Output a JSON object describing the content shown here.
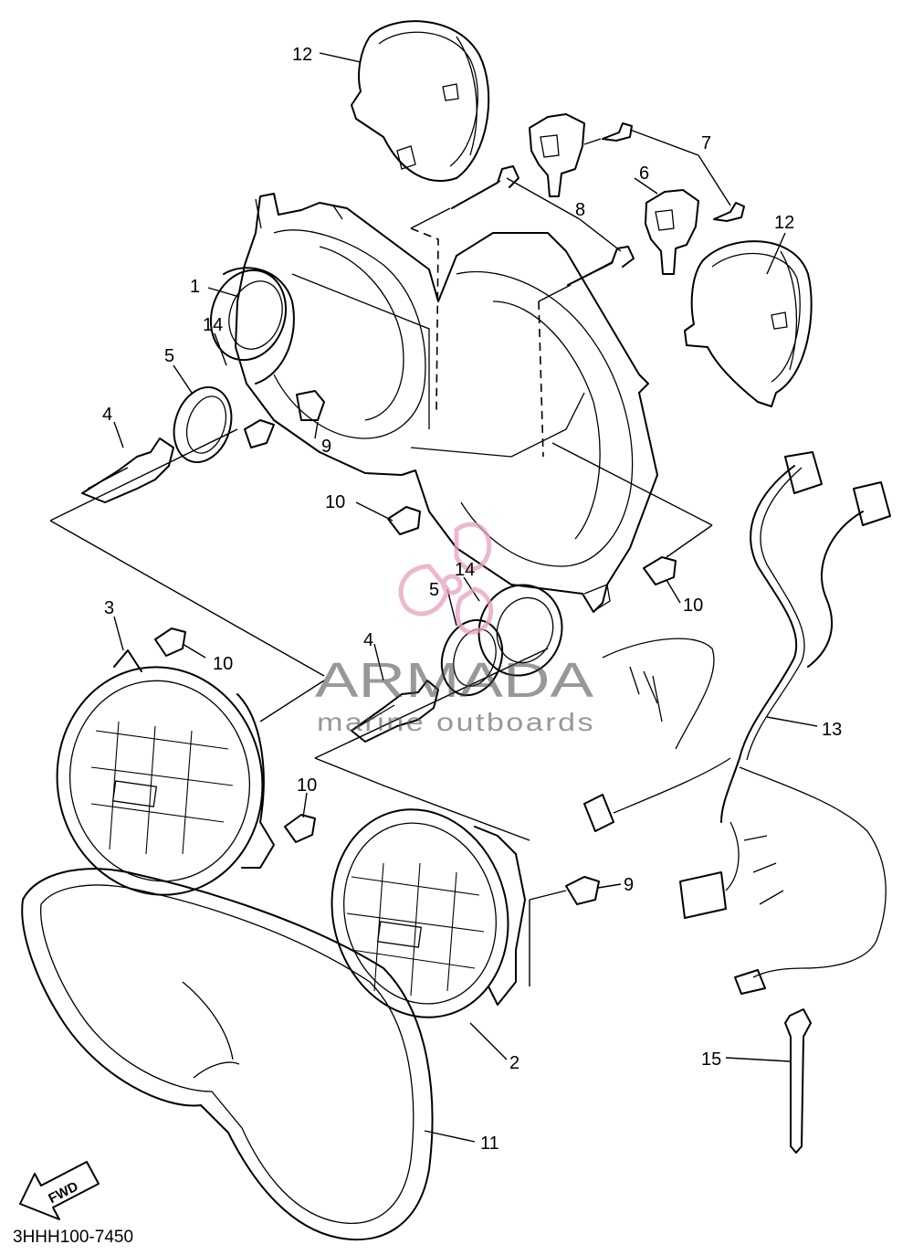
{
  "diagram": {
    "part_code": "3HHH100-7450",
    "direction_label": "FWD",
    "callouts": [
      "1",
      "2",
      "3",
      "4",
      "4",
      "5",
      "5",
      "6",
      "7",
      "8",
      "9",
      "9",
      "10",
      "10",
      "10",
      "10",
      "11",
      "12",
      "12",
      "13",
      "14",
      "14",
      "15"
    ]
  },
  "watermark": {
    "brand": "ARMADA",
    "tagline": "marine outboards",
    "logo_color": "#e8a0c0"
  }
}
